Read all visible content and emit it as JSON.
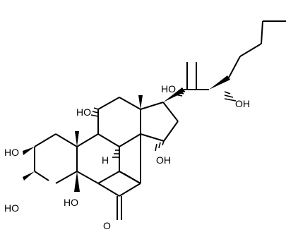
{
  "molecule": {
    "labels": {
      "oh_c22": "OH",
      "ho_c20": "HO",
      "ho_c11": "HO",
      "oh_c14": "OH",
      "h_c9": "H",
      "ho_c2": "HO",
      "ho_c3": "HO",
      "ho_c5": "HO",
      "o_c6": "O"
    },
    "colors": {
      "bond": "#000000",
      "label": "#000000",
      "background": "#ffffff"
    }
  }
}
